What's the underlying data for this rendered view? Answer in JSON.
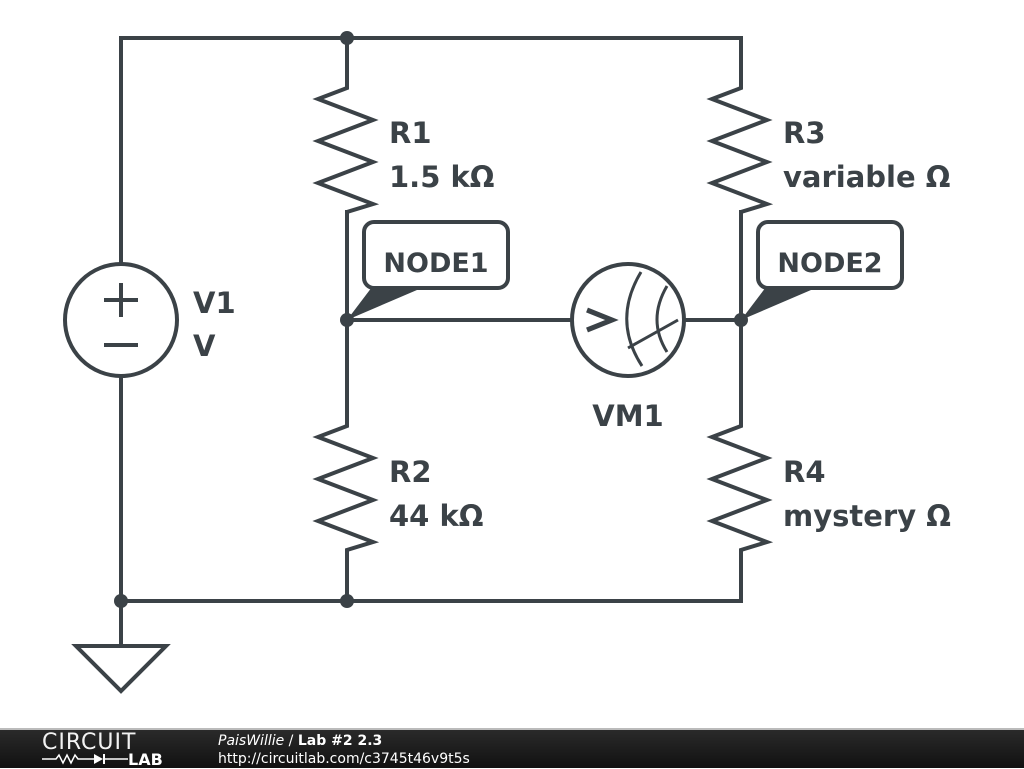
{
  "schematic": {
    "components": {
      "V1": {
        "name": "V1",
        "value": "V"
      },
      "R1": {
        "name": "R1",
        "value": "1.5 kΩ"
      },
      "R2": {
        "name": "R2",
        "value": "44 kΩ"
      },
      "R3": {
        "name": "R3",
        "value": "variable Ω"
      },
      "R4": {
        "name": "R4",
        "value": "mystery Ω"
      },
      "VM1": {
        "name": "VM1",
        "symbol": ">"
      }
    },
    "nodes": {
      "node1": "NODE1",
      "node2": "NODE2"
    },
    "colors": {
      "ink": "#3b4247",
      "background": "#ffffff",
      "footer": "#1a1a1a"
    }
  },
  "footer": {
    "logo_top": "CIRCUIT",
    "logo_bottom": "LAB",
    "author": "PaisWillie",
    "separator": " / ",
    "title": "Lab #2 2.3",
    "url": "http://circuitlab.com/c3745t46v9t5s"
  }
}
